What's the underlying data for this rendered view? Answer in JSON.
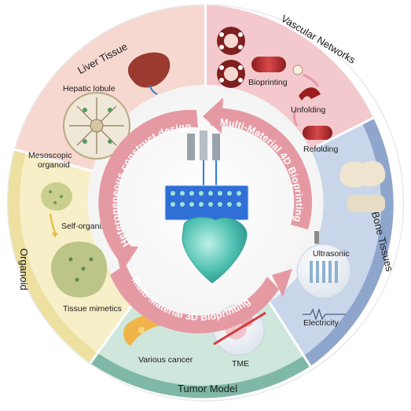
{
  "segments": {
    "liver": "Liver Tissue",
    "vascular": "Vascular Networks",
    "bone": "Bone Tissues",
    "tumor": "Tumor Model",
    "organoid": "Organoid"
  },
  "labels": {
    "hepatic_lobule": "Hepatic lobule",
    "bioprinting": "Bioprinting",
    "unfolding": "Unfolding",
    "refolding": "Refolding",
    "mesoscopic_organoid_1": "Mesoscopic",
    "mesoscopic_organoid_2": "organoid",
    "self_organized": "Self-organized",
    "tissue_mimetics": "Tissue mimetics",
    "ultrasonic": "Ultrasonic",
    "electricity": "Electricity",
    "various_cancer": "Various cancer",
    "tme": "TME"
  },
  "center_arcs": {
    "heterogeneous": "Heterogeneous construct design",
    "four_d": "Multi-Material 4D Bioprinting",
    "three_d": "Multi-Material 3D Bioprinting"
  },
  "colors": {
    "liver_bg": "#f6d8d0",
    "vascular_bg": "#f3c9cd",
    "bone_bg": "#c9d6ea",
    "tumor_bg": "#cfe6dc",
    "organoid_bg": "#f7efc8",
    "arrow": "#e59aa3",
    "tumor_band": "#7fb8a7",
    "bone_band": "#8fa6cc",
    "vascular_band": "#e8a7ae",
    "liver_band": "#f2c8bd",
    "organoid_band": "#ede0a0"
  }
}
